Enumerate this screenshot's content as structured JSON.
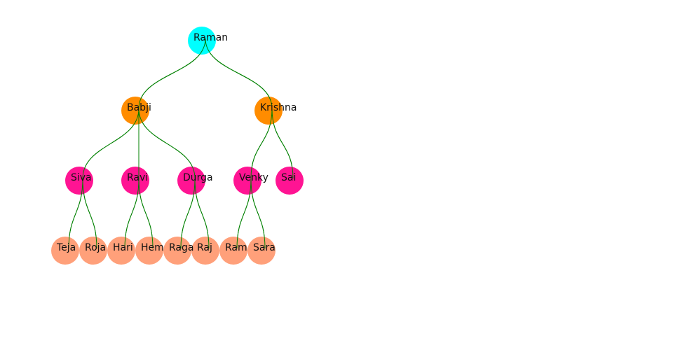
{
  "diagram": {
    "type": "tree",
    "link_color": "#008000",
    "level_colors": [
      "#00ffff",
      "#ff8c00",
      "#ff1493",
      "#ffa07a"
    ],
    "root": {
      "name": "Raman",
      "children": [
        {
          "name": "Babji",
          "children": [
            {
              "name": "Siva",
              "children": [
                {
                  "name": "Teja"
                },
                {
                  "name": "Roja"
                }
              ]
            },
            {
              "name": "Ravi",
              "children": [
                {
                  "name": "Hari"
                },
                {
                  "name": "Hem"
                }
              ]
            },
            {
              "name": "Durga",
              "children": [
                {
                  "name": "Raga"
                },
                {
                  "name": "Raj"
                }
              ]
            }
          ]
        },
        {
          "name": "Krishna",
          "children": [
            {
              "name": "Venky",
              "children": [
                {
                  "name": "Ram"
                },
                {
                  "name": "Sara"
                }
              ]
            },
            {
              "name": "Sai"
            }
          ]
        }
      ]
    }
  }
}
